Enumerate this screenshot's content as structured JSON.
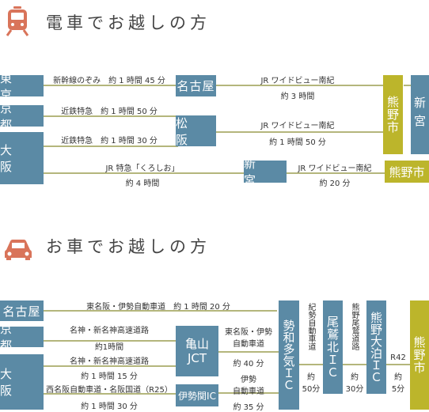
{
  "train": {
    "heading": "電車でお越しの方",
    "stations": {
      "tokyo": "東　京",
      "kyoto": "京　都",
      "osaka": "大　阪",
      "nagoya": "名古屋",
      "matsusaka": "松　阪",
      "shingu_mid": "新　宮",
      "kumanoshi_v": "熊野市",
      "shingu_v": "新宮",
      "kumanoshi_h": "熊野市"
    },
    "labels": {
      "tokyo_nagoya": "新幹線のぞみ　約 1 時間 45 分",
      "nagoya_kumano_top": "JR ワイドビュー南紀",
      "nagoya_kumano_bottom": "約 3 時間",
      "kyoto_matsusaka": "近鉄特急　約 1 時間 50 分",
      "osaka_matsusaka": "近鉄特急　約 1 時間 30 分",
      "matsusaka_kumano_top": "JR ワイドビュー南紀",
      "matsusaka_kumano_bottom": "約 1 時間 50 分",
      "osaka_shingu_top": "JR 特急「くろしお」",
      "osaka_shingu_bottom": "約 4 時間",
      "shingu_kumano_top": "JR ワイドビュー南紀",
      "shingu_kumano_bottom": "約 20 分"
    }
  },
  "car": {
    "heading": "お車でお越しの方",
    "nodes": {
      "nagoya": "名古屋",
      "kyoto": "京　都",
      "osaka": "大　阪",
      "kameyama_1": "亀山",
      "kameyama_2": "JCT",
      "iseseki": "伊勢関IC",
      "seiwa_taki": "勢和多気ＩＣ",
      "kisei_owashi": "尾鷲北ＩＣ",
      "kumano_odomari": "熊野大泊ＩＣ",
      "kumanoshi": "熊野市"
    },
    "labels": {
      "nagoya_route": "東名阪・伊勢自動車道　約 1 時間 20 分",
      "kyoto_top": "名神・新名神高速道路",
      "kyoto_bottom": "約1時間",
      "osaka1_top": "名神・新名神高速道路",
      "osaka1_bottom": "約 1 時間 15 分",
      "osaka2_top": "西名阪自動車道・名阪国道（R25）",
      "osaka2_bottom": "約 1 時間 30 分",
      "kameyama_top1": "東名阪・伊勢",
      "kameyama_top2": "自動車道",
      "kameyama_bottom": "約 40 分",
      "iseseki_top1": "伊勢",
      "iseseki_top2": "自動車道",
      "iseseki_bottom": "約 35 分",
      "kisei_road": "紀勢自動車道",
      "kisei_time": "約50分",
      "kumano_owashi_road": "熊野尾鷲道路",
      "kumano_owashi_time": "約30分",
      "r42": "R42",
      "r42_time1": "約",
      "r42_time2": "5分"
    }
  }
}
